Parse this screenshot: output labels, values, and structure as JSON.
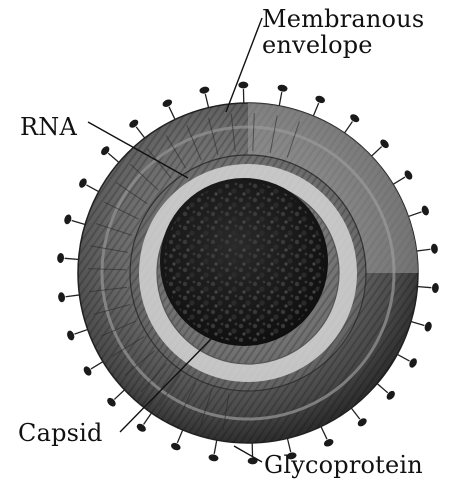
{
  "labels": {
    "membrane_line1": "Membranous",
    "membrane_line2": "envelope",
    "rna": "RNA",
    "capsid": "Capsid",
    "glycoprotein": "Glycoprotein"
  },
  "colors": {
    "envelope_dark": "#3a3a3a",
    "envelope_mid": "#6b6b6b",
    "envelope_light": "#a9a9a9",
    "capsid_band": "#d6d6d6",
    "core_dark": "#141414",
    "spike_head": "#1a1a1a"
  }
}
